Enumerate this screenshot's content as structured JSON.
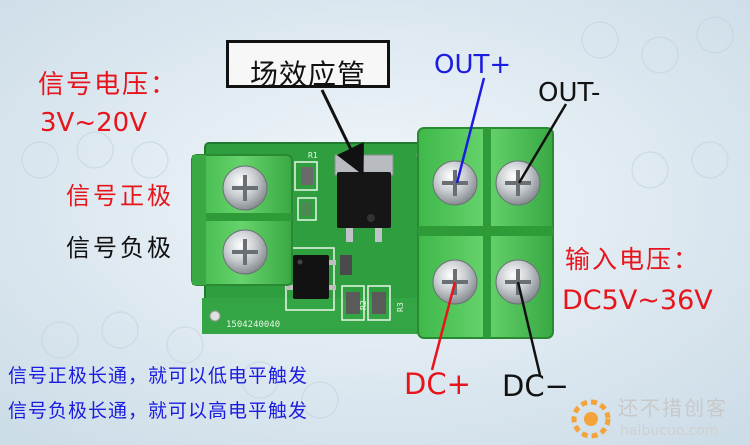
{
  "labels": {
    "mosfet_title": "场效应管",
    "signal_voltage": "信号电压：",
    "signal_range": "3V~20V",
    "signal_pos": "信号正极",
    "signal_neg": "信号负极",
    "out_plus": "OUT+",
    "out_minus": "OUT-",
    "input_voltage": "输入电压：",
    "input_range": "DC5V~36V",
    "dc_plus": "DC+",
    "dc_minus": "DC−",
    "note_pos": "信号正极长通，就可以低电平触发",
    "note_neg": "信号负极长通，就可以高电平触发"
  },
  "board": {
    "pcb_code": "1504240040",
    "silk": [
      "R1",
      "R2",
      "R3"
    ]
  },
  "watermark": {
    "text": "还不措创客",
    "domain": "haibucuo.com"
  },
  "colors": {
    "pcb": "#2fa040",
    "terminal": "#52c85a",
    "label_red": "#e8141c",
    "label_blue": "#1c1ce0"
  }
}
